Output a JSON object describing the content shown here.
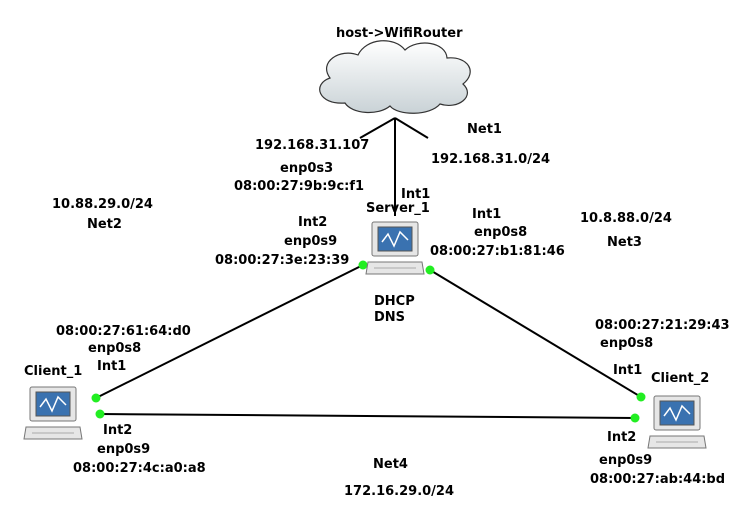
{
  "cloud": {
    "label": "host->WifiRouter"
  },
  "networks": {
    "net1": {
      "name": "Net1",
      "subnet": "192.168.31.0/24"
    },
    "net2": {
      "name": "Net2",
      "subnet": "10.88.29.0/24"
    },
    "net3": {
      "name": "Net3",
      "subnet": "10.8.88.0/24"
    },
    "net4": {
      "name": "Net4",
      "subnet": "172.16.29.0/24"
    }
  },
  "server": {
    "name": "Server_1",
    "services": [
      "DHCP",
      "DNS"
    ],
    "uplink": {
      "ip": "192.168.31.107",
      "iface": "enp0s3",
      "mac": "08:00:27:9b:9c:f1",
      "int": "Int1"
    },
    "left": {
      "int": "Int2",
      "iface": "enp0s9",
      "mac": "08:00:27:3e:23:39"
    },
    "right": {
      "int": "Int1",
      "iface": "enp0s8",
      "mac": "08:00:27:b1:81:46"
    }
  },
  "client1": {
    "name": "Client_1",
    "int1": {
      "mac": "08:00:27:61:64:d0",
      "iface": "enp0s8",
      "int": "Int1"
    },
    "int2": {
      "int": "Int2",
      "iface": "enp0s9",
      "mac": "08:00:27:4c:a0:a8"
    }
  },
  "client2": {
    "name": "Client_2",
    "int1": {
      "mac": "08:00:27:21:29:43",
      "iface": "enp0s8",
      "int": "Int1"
    },
    "int2": {
      "int": "Int2",
      "iface": "enp0s9",
      "mac": "08:00:27:ab:44:bd"
    }
  },
  "colors": {
    "link": "#000000",
    "port": "#22ee22",
    "screen": "#3a72b0",
    "case": "#e6e6e6"
  },
  "icons": {
    "cloud": "cloud-icon",
    "computer": "computer-icon"
  }
}
